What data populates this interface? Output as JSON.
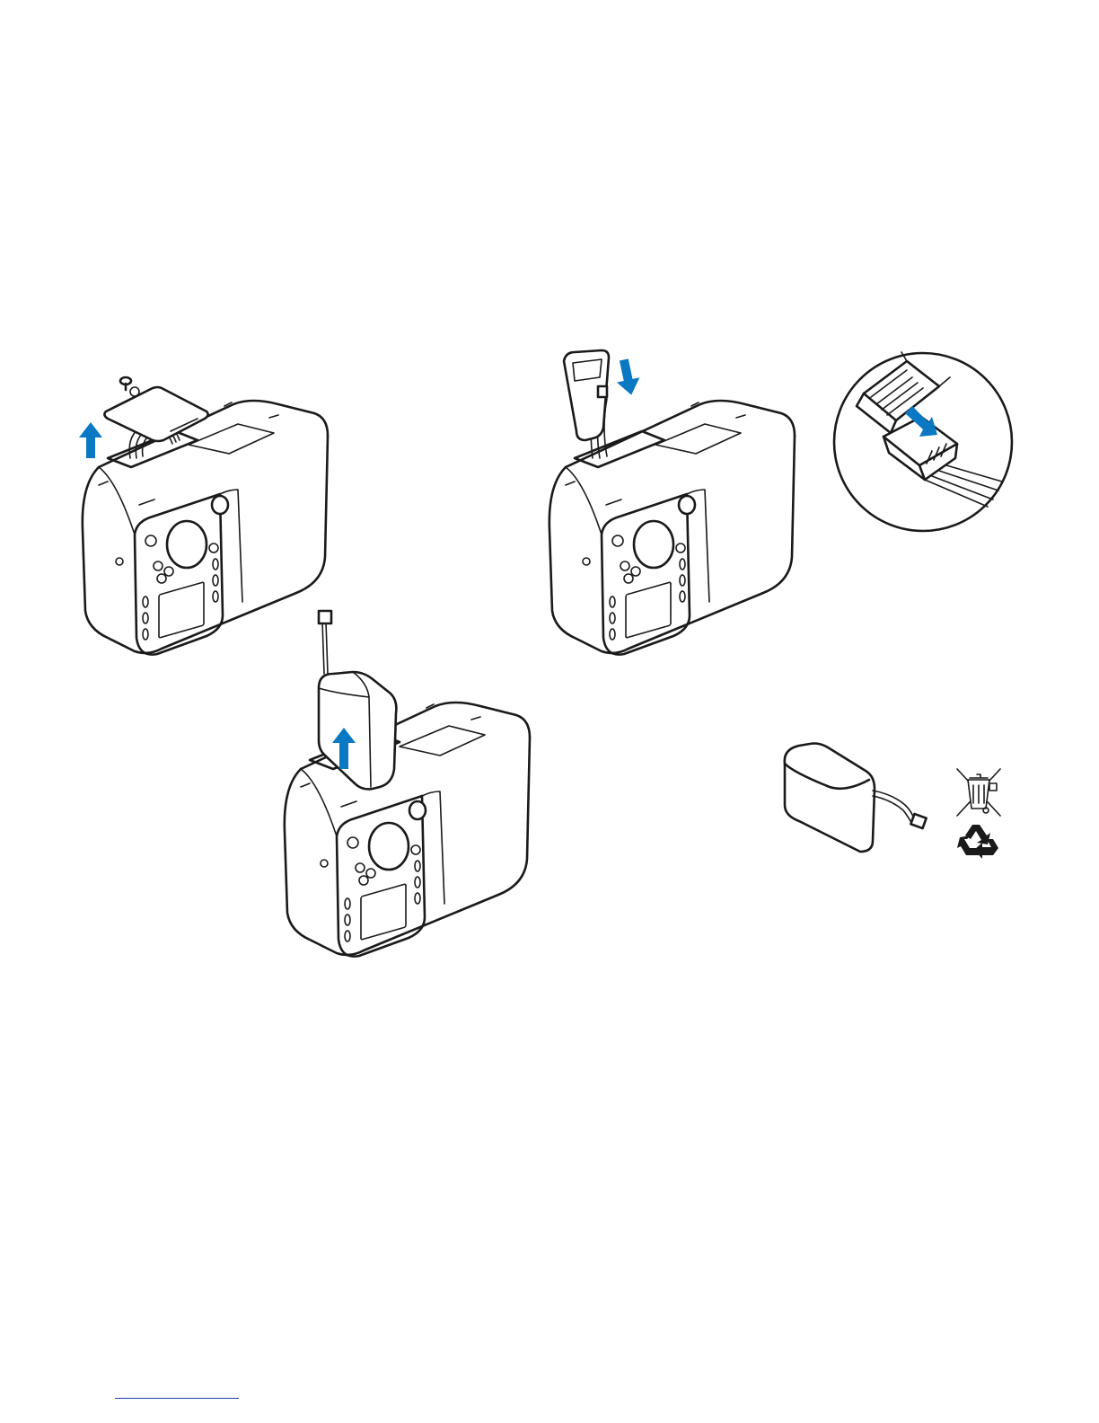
{
  "page": {
    "footer_rule_color": "#1f3fa8"
  },
  "colors": {
    "line_art": "#1a1a1a",
    "arrow_accent": "#0a78c2",
    "background": "#ffffff"
  },
  "illustrations": [
    {
      "id": "step-remove-battery-cover",
      "icon": "battery-cover-removal-illustration",
      "arrow": "up"
    },
    {
      "id": "step-insert-connector",
      "icon": "battery-connector-insertion-illustration",
      "arrow": "down"
    },
    {
      "id": "connector-detail",
      "icon": "connector-closeup-illustration",
      "arrow": "diagonal-down-right"
    },
    {
      "id": "step-lift-battery",
      "icon": "battery-lift-illustration",
      "arrow": "up"
    },
    {
      "id": "battery-disposal",
      "icon": "battery-pack-illustration"
    },
    {
      "id": "weee-symbol",
      "icon": "crossed-bin-icon"
    },
    {
      "id": "recycle-symbol",
      "icon": "recycle-icon"
    }
  ]
}
